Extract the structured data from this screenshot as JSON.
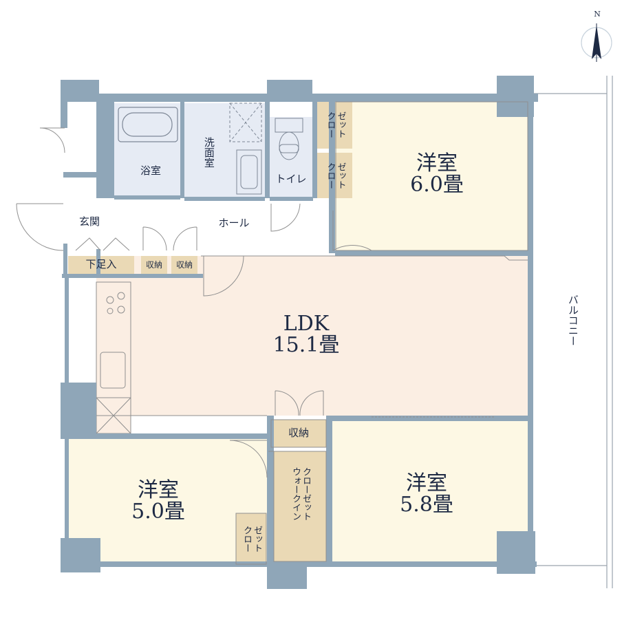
{
  "compass": {
    "north_label": "N"
  },
  "rooms": {
    "yoshitsu_ne": {
      "name": "洋室",
      "size": "6.0畳"
    },
    "ldk": {
      "name": "LDK",
      "size": "15.1畳"
    },
    "yoshitsu_sw": {
      "name": "洋室",
      "size": "5.0畳"
    },
    "yoshitsu_se": {
      "name": "洋室",
      "size": "5.8畳"
    },
    "bath": {
      "name": "浴室"
    },
    "washroom": {
      "name": "洗面室"
    },
    "toilet": {
      "name": "トイレ"
    },
    "entrance": {
      "name": "玄関"
    },
    "hall": {
      "name": "ホール"
    },
    "shoe_storage": {
      "name": "下足入"
    },
    "storage_hall_1": {
      "name": "収納"
    },
    "storage_hall_2": {
      "name": "収納"
    },
    "storage_mid": {
      "name": "収納"
    },
    "closet_top_1": {
      "line1": "クロー",
      "line2": "ゼット"
    },
    "closet_top_2": {
      "line1": "クロー",
      "line2": "ゼット"
    },
    "closet_sw": {
      "line1": "クロー",
      "line2": "ゼット"
    },
    "walk_in_closet": {
      "line1": "ウォークイン",
      "line2": "クローゼット"
    },
    "balcony": {
      "name": "バルコニー"
    }
  },
  "colors": {
    "wall": "#8fa6b8",
    "ldk_floor": "#fbeee3",
    "room_floor": "#fdf8e4",
    "wet_floor": "#e6ebf4",
    "storage_floor": "#ead9b5",
    "line": "#1e2a44"
  }
}
